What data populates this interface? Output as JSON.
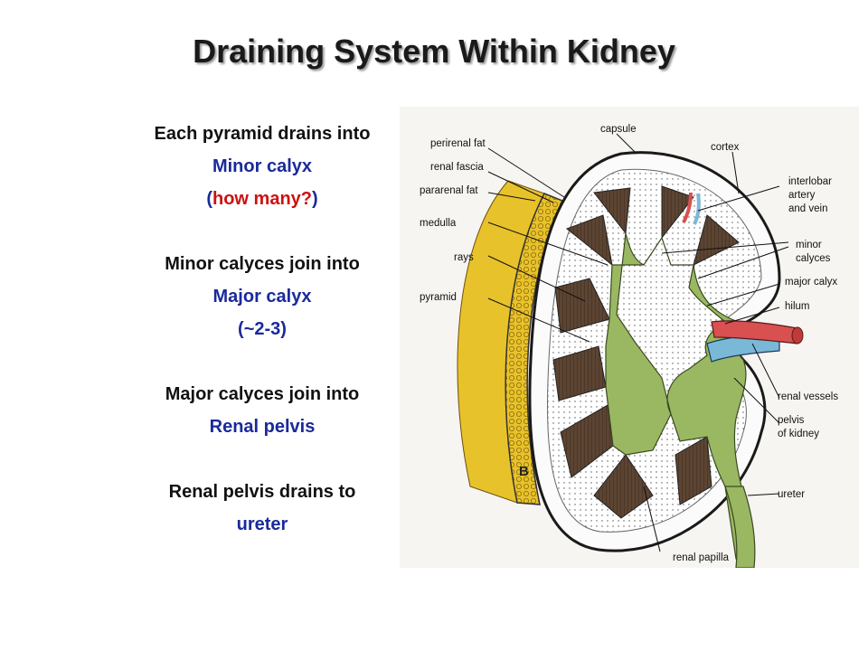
{
  "title": "Draining System Within Kidney",
  "left_text": {
    "line1": "Each pyramid drains into",
    "line2": "Minor calyx",
    "line3_open": "(",
    "line3_red": "how many?",
    "line3_close": ")",
    "line4": "Minor calyces join into",
    "line5": "Major calyx",
    "line6": "(~2-3)",
    "line7": "Major calyces join into",
    "line8": "Renal pelvis",
    "line9": "Renal pelvis drains to",
    "line10": "ureter"
  },
  "diagram": {
    "labels": {
      "capsule": "capsule",
      "perirenal_fat": "perirenal fat",
      "cortex": "cortex",
      "renal_fascia": "renal fascia",
      "pararenal_fat": "pararenal fat",
      "interlobar_1": "interlobar",
      "interlobar_2": "artery",
      "interlobar_3": "and vein",
      "medulla": "medulla",
      "minor_1": "minor",
      "minor_2": "calyces",
      "rays": "rays",
      "major_calyx": "major calyx",
      "pyramid": "pyramid",
      "hilum": "hilum",
      "renal_vessels": "renal vessels",
      "pelvis_1": "pelvis",
      "pelvis_2": "of kidney",
      "figure_letter": "B",
      "ureter": "ureter",
      "renal_papilla": "renal papilla"
    },
    "colors": {
      "fat": "#e8c22a",
      "pyramid": "#5c4433",
      "calyx": "#9ab862",
      "artery": "#d85050",
      "vein": "#7ab8d8",
      "capsule": "#1a1a1a"
    }
  }
}
